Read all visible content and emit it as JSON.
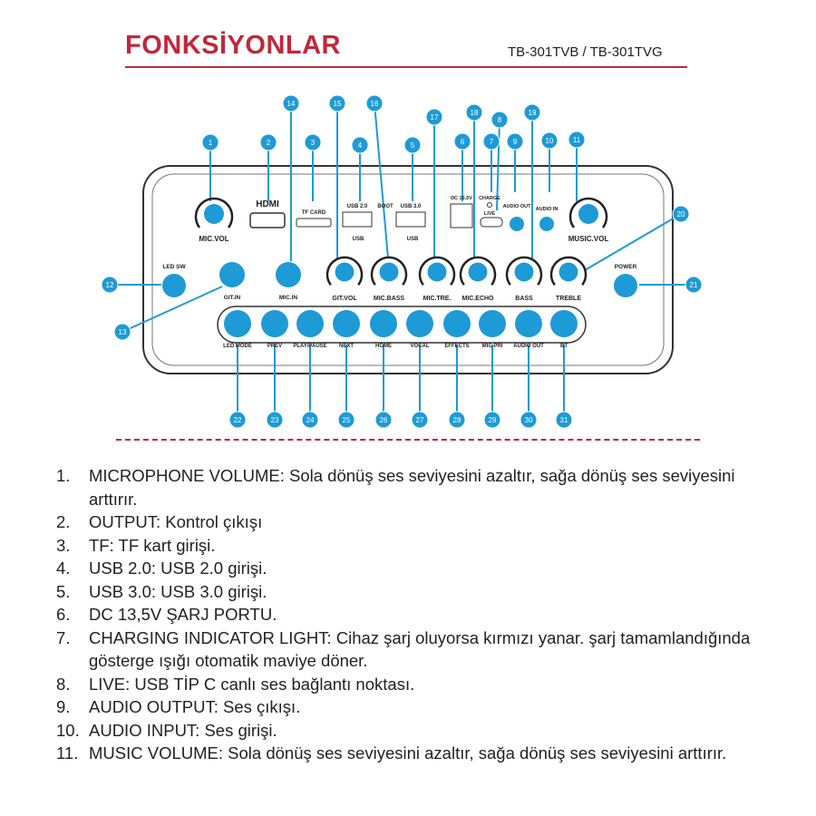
{
  "header": {
    "title": "FONKSİYONLAR",
    "model": "TB-301TVB / TB-301TVG"
  },
  "panel": {
    "labels": {
      "mic_vol": "MIC.VOL",
      "music_vol": "MUSIC.VOL",
      "hdmi": "HDMI",
      "tf_card": "TF CARD",
      "usb2": "USB 2.0",
      "boot": "BOOT",
      "usb3": "USB 3.0",
      "dc": "DC 13.5V",
      "charge": "CHARGE",
      "live": "LIVE",
      "audio_out": "AUDIO OUT",
      "audio_in": "AUDIO IN",
      "led_sw": "LED SW",
      "git_in": "GIT.IN",
      "mic_in": "MIC.IN",
      "power": "POWER",
      "usb_logo": "USB"
    },
    "knobs": [
      "GIT.VOL",
      "MIC.BASS",
      "MIC.TRE.",
      "MIC.ECHO",
      "BASS",
      "TREBLE"
    ],
    "buttons": [
      "LED MODE",
      "PREV",
      "PLAY/PAUSE",
      "NEXT",
      "HOME",
      "VOCAL",
      "EFFECTS",
      "MIC.PRI",
      "AUDIO OUT",
      "BT"
    ]
  },
  "callouts": [
    "1",
    "2",
    "3",
    "4",
    "5",
    "6",
    "7",
    "8",
    "9",
    "10",
    "11",
    "12",
    "13",
    "14",
    "15",
    "16",
    "17",
    "18",
    "19",
    "20",
    "21",
    "22",
    "23",
    "24",
    "25",
    "26",
    "27",
    "28",
    "29",
    "30",
    "31"
  ],
  "colors": {
    "accent": "#1e9ad6",
    "title": "#c0283a"
  },
  "list": [
    {
      "n": "1.",
      "text": "MICROPHONE VOLUME: Sola dönüş ses seviyesini azaltır, sağa dönüş ses seviyesini arttırır."
    },
    {
      "n": "2.",
      "text": "OUTPUT: Kontrol çıkışı"
    },
    {
      "n": "3.",
      "text": "TF: TF kart girişi."
    },
    {
      "n": "4.",
      "text": "USB 2.0: USB 2.0 girişi."
    },
    {
      "n": "5.",
      "text": "USB 3.0: USB 3.0 girişi."
    },
    {
      "n": "6.",
      "text": "DC 13,5V ŞARJ PORTU."
    },
    {
      "n": "7.",
      "text": "CHARGING INDICATOR LIGHT: Cihaz şarj oluyorsa  kırmızı yanar. şarj tamamlandığında gösterge ışığı otomatik maviye döner."
    },
    {
      "n": "8.",
      "text": "LIVE: USB TİP C canlı ses bağlantı noktası."
    },
    {
      "n": "9.",
      "text": "AUDIO OUTPUT: Ses çıkışı."
    },
    {
      "n": "10.",
      "text": "AUDIO INPUT: Ses girişi."
    },
    {
      "n": "11.",
      "text": "MUSIC VOLUME: Sola dönüş ses seviyesini azaltır, sağa dönüş ses seviyesini arttırır."
    }
  ]
}
